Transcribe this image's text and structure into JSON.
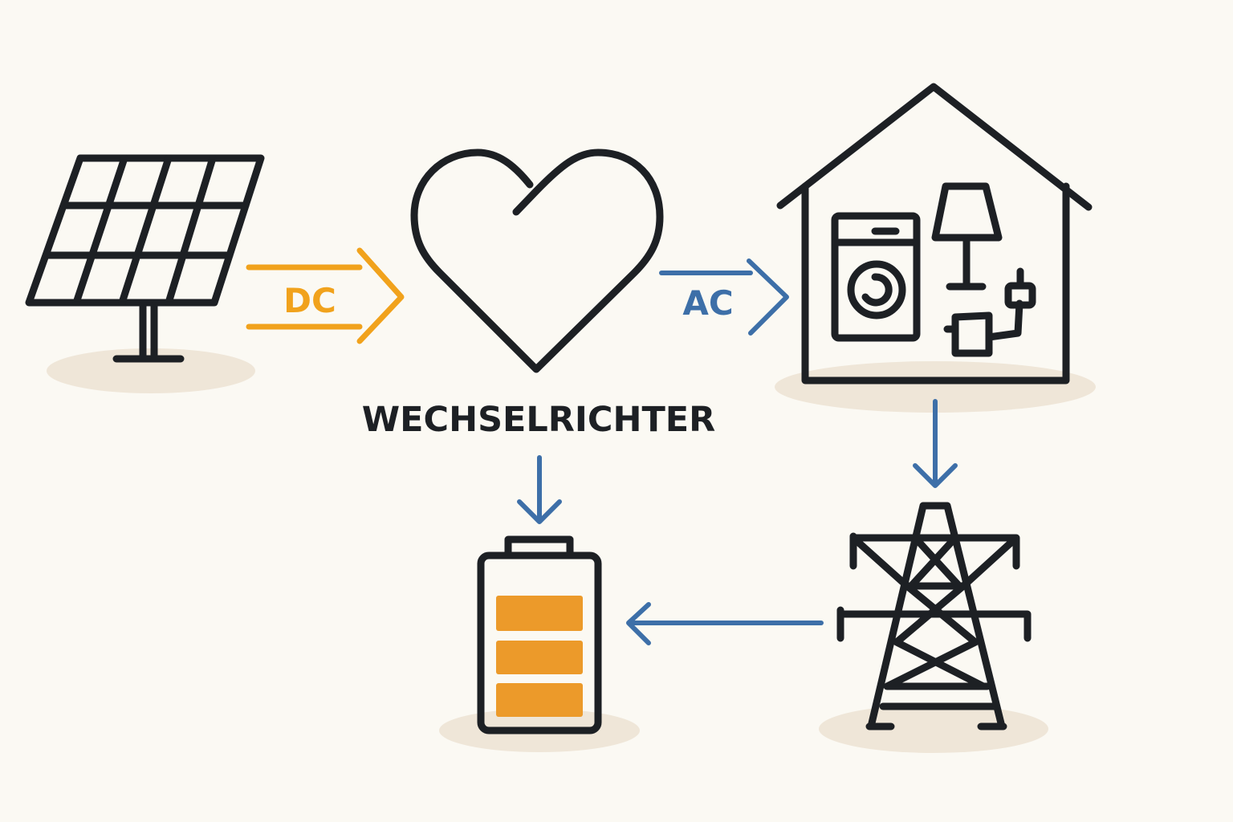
{
  "labels": {
    "dc": "DC",
    "ac": "AC",
    "inverter": "WECHSELRICHTER"
  },
  "colors": {
    "background": "#fbf9f3",
    "dc": "#f1a21c",
    "ac": "#3d6fa8",
    "stroke": "#1d2024",
    "battery_fill": "#ec9a2a",
    "shadow": "#efe6d8"
  },
  "battery": {
    "charge_bars": 3
  }
}
